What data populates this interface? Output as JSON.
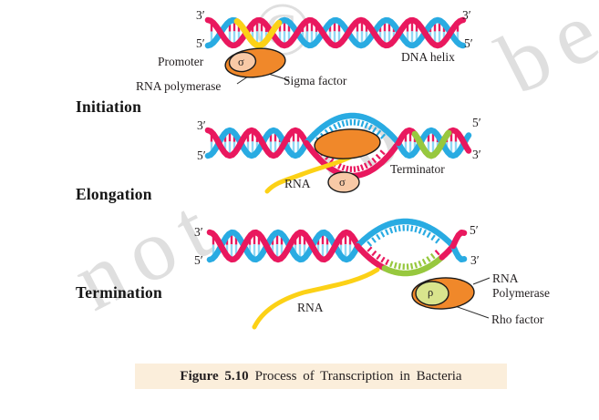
{
  "figure": {
    "caption_bold": "Figure 5.10",
    "caption_rest": "Process of Transcription in Bacteria"
  },
  "watermark": {
    "text": "not to be",
    "copyright": "©"
  },
  "sections": {
    "initiation": {
      "title": "Initiation",
      "labels": {
        "left_top": "3′",
        "left_bottom": "5′",
        "right_top": "3′",
        "right_bottom": "5′",
        "promoter": "Promoter",
        "rna_polymerase": "RNA polymerase",
        "sigma_factor": "Sigma factor",
        "dna_helix": "DNA helix",
        "sigma_symbol": "σ"
      }
    },
    "elongation": {
      "title": "Elongation",
      "labels": {
        "left_top": "3′",
        "left_bottom": "5′",
        "right_top": "5′",
        "right_bottom": "3′",
        "rna": "RNA",
        "terminator": "Terminator",
        "sigma_symbol": "σ"
      }
    },
    "termination": {
      "title": "Termination",
      "labels": {
        "left_top": "3′",
        "left_bottom": "5′",
        "right_top": "5′",
        "right_bottom": "3′",
        "rna": "RNA",
        "rna_polymerase_line1": "RNA",
        "rna_polymerase_line2": "Polymerase",
        "rho_factor": "Rho factor",
        "rho_symbol": "ρ"
      }
    }
  },
  "colors": {
    "strand_red": "#e9185e",
    "strand_cyan": "#29abe2",
    "rung_cyan": "#90d8f4",
    "rna_yellow": "#fcd116",
    "polymerase_orange": "#f0882a",
    "sigma_peach": "#f8c9a6",
    "rho_green": "#d9e48d",
    "terminator_green": "#97c83e",
    "caption_bg": "#fbeedb",
    "outline": "#1a1a1a",
    "text": "#231f20"
  }
}
